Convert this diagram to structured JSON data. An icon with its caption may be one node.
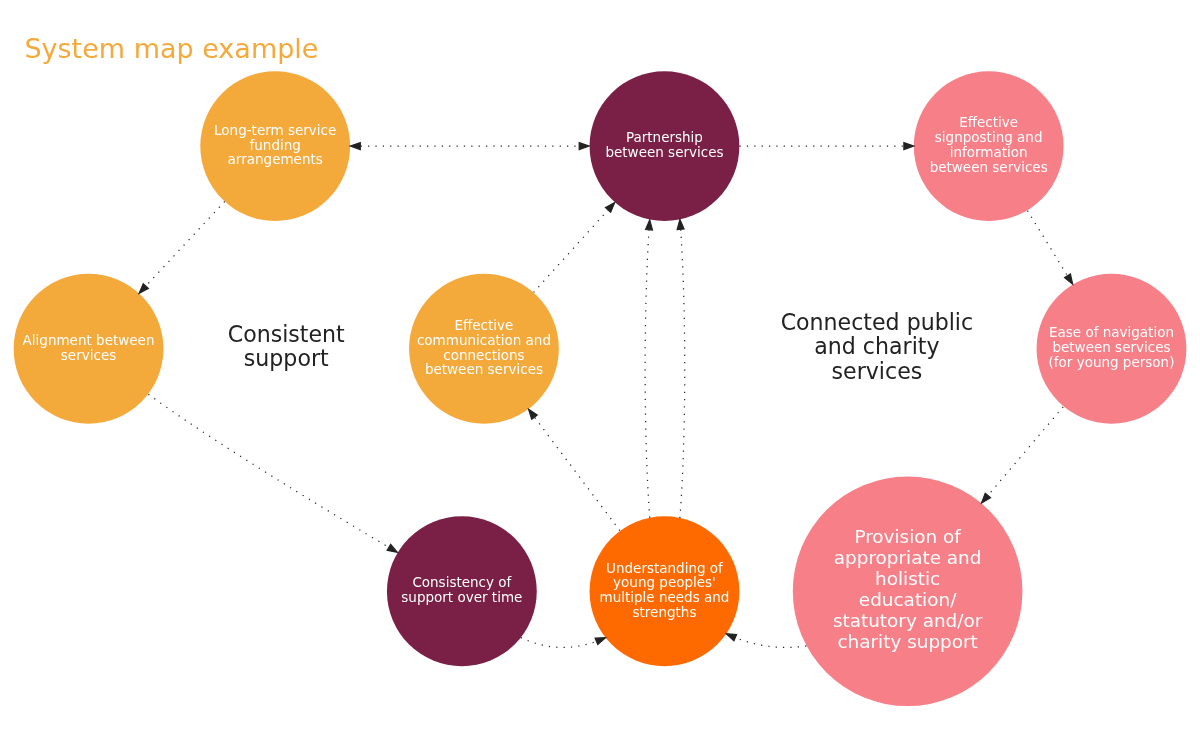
{
  "diagram": {
    "title": "System map example",
    "nodes": [
      {
        "text": [
          "Long-term service funding arrangements"
        ]
      },
      {
        "text": [
          "Partnership between services"
        ]
      },
      {
        "text": [
          "Effective signposting and information between services"
        ]
      },
      {
        "text": [
          "Alignment between services"
        ]
      },
      {
        "text": [
          "Effective communication and connections between services"
        ]
      },
      {
        "text": [
          "Ease of navigation between services (for young person)"
        ]
      },
      {
        "text": [
          "Consistency of support over time"
        ]
      },
      {
        "text": [
          "Understanding of young peoples' multiple needs and strengths"
        ]
      },
      {
        "text": [
          "Provision of appropriate and holistic education/ statutory and/or charity support"
        ]
      }
    ],
    "edges": [
      {
        "from": 0,
        "to": 1,
        "arrow": "both",
        "style": "dashed"
      },
      {
        "from": 0,
        "to": 3,
        "arrow": "to",
        "style": "dashed"
      },
      {
        "from": 3,
        "to": 6,
        "arrow": "to",
        "style": "dashed"
      },
      {
        "from": 6,
        "to": 7,
        "arrow": "to",
        "style": "dashed"
      },
      {
        "from": 7,
        "to": 1,
        "arrow": "to",
        "style": "dashed"
      },
      {
        "from": 7,
        "to": 4,
        "arrow": "to",
        "style": "dashed"
      },
      {
        "from": 4,
        "to": 1,
        "arrow": "to",
        "style": "dashed"
      },
      {
        "from": 7,
        "to": 1,
        "arrow": "to",
        "style": "dashed"
      },
      {
        "from": 1,
        "to": 2,
        "arrow": "to",
        "style": "dashed"
      },
      {
        "from": 2,
        "to": 5,
        "arrow": "to",
        "style": "dashed"
      },
      {
        "from": 5,
        "to": 8,
        "arrow": "to",
        "style": "dashed"
      },
      {
        "from": 8,
        "to": 7,
        "arrow": "to",
        "style": "dashed"
      }
    ],
    "labels": [
      "Consistent support",
      "Connected public and charity services"
    ]
  }
}
